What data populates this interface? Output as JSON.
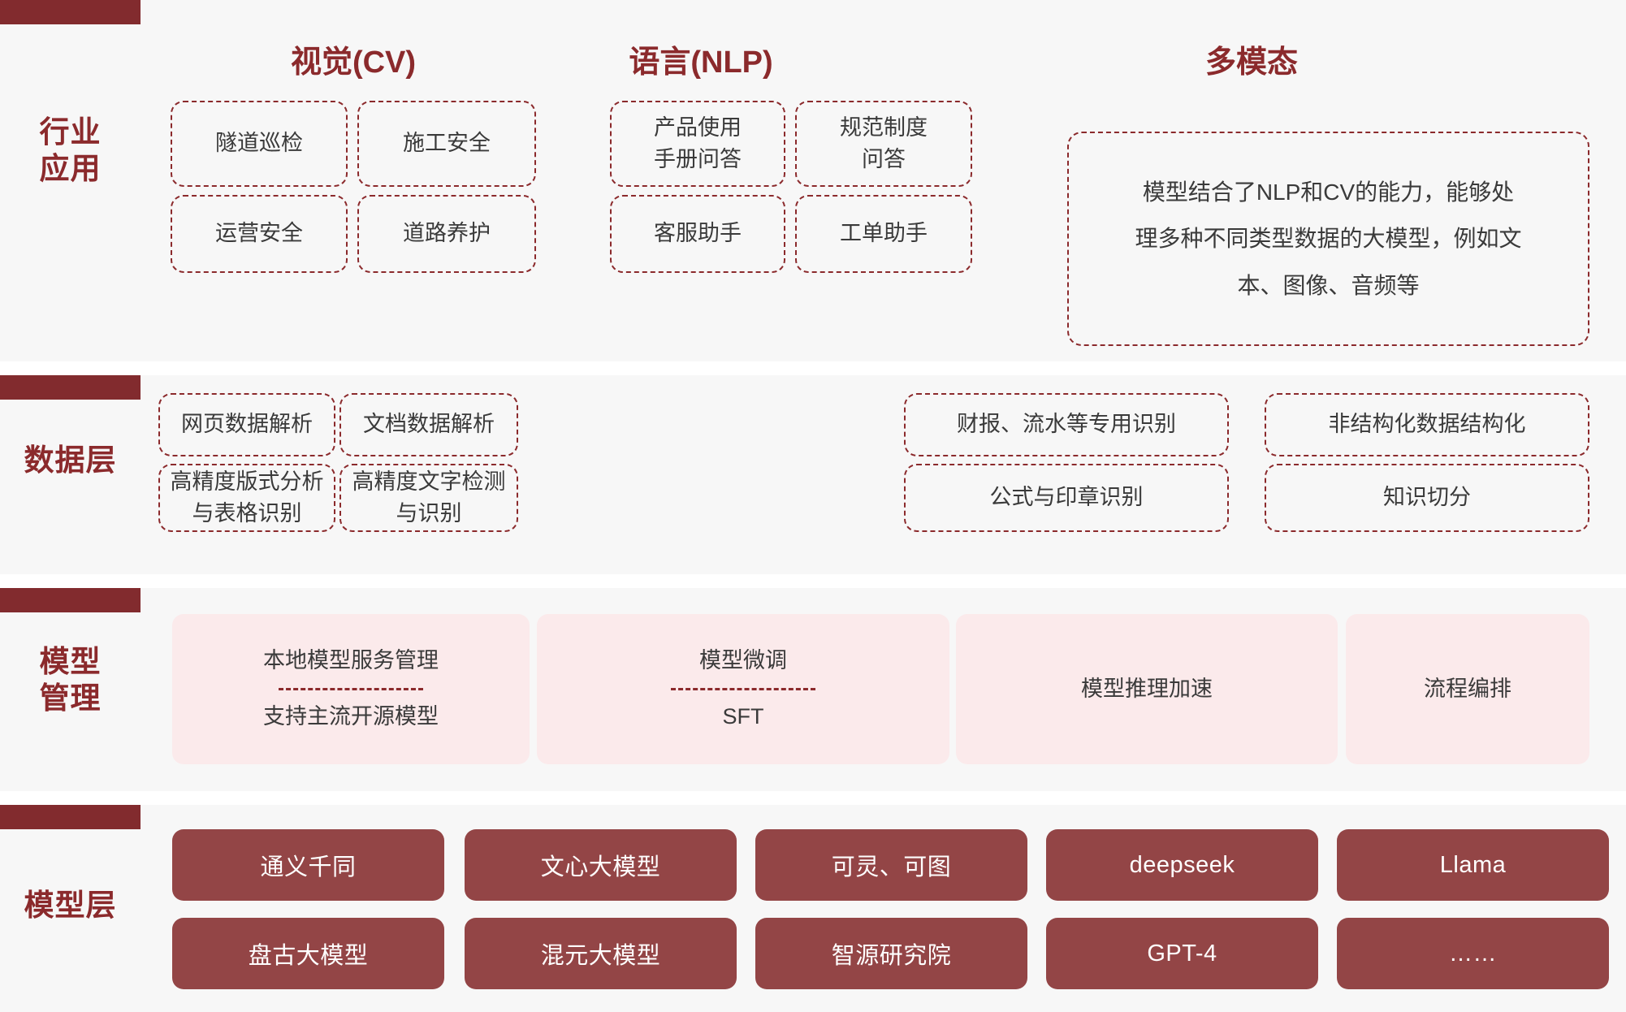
{
  "theme": {
    "accent_dark": "#822b2e",
    "accent_text": "#8b2a2c",
    "band_bg": "#f7f7f7",
    "pink_box": "#fbeaeb",
    "red_box": "#934546",
    "body_text": "#3a3a3a"
  },
  "columns": {
    "cv": "视觉(CV)",
    "nlp": "语言(NLP)",
    "multimodal": "多模态"
  },
  "bands": [
    {
      "id": "industry-application",
      "label_line1": "行业",
      "label_line2": "应用"
    },
    {
      "id": "data-layer",
      "label_line1": "数据层",
      "label_line2": ""
    },
    {
      "id": "model-management",
      "label_line1": "模型",
      "label_line2": "管理"
    },
    {
      "id": "model-layer",
      "label_line1": "模型层",
      "label_line2": ""
    }
  ],
  "industry_application": {
    "cv": [
      "隧道巡检",
      "施工安全",
      "运营安全",
      "道路养护"
    ],
    "nlp": [
      "产品使用\n手册问答",
      "规范制度\n问答",
      "客服助手",
      "工单助手"
    ],
    "multimodal": {
      "line1": "模型结合了NLP和CV的能力，能够处",
      "line2": "理多种不同类型数据的大模型，例如文",
      "line3": "本、图像、音频等"
    }
  },
  "data_layer": {
    "row1": [
      "网页数据解析",
      "文档数据解析",
      "财报、流水等专用识别",
      "非结构化数据结构化"
    ],
    "row2": [
      "高精度版式分析\n与表格识别",
      "高精度文字检测与识别",
      "公式与印章识别",
      "知识切分"
    ]
  },
  "model_management": [
    {
      "top": "本地模型服务管理",
      "bottom": "支持主流开源模型",
      "has_divider": true
    },
    {
      "top": "模型微调",
      "bottom": "SFT",
      "has_divider": true
    },
    {
      "top": "模型推理加速",
      "bottom": "",
      "has_divider": false
    },
    {
      "top": "流程编排",
      "bottom": "",
      "has_divider": false
    }
  ],
  "model_layer": {
    "row1": [
      "通义千同",
      "文心大模型",
      "可灵、可图",
      "deepseek",
      "Llama"
    ],
    "row2": [
      "盘古大模型",
      "混元大模型",
      "智源研究院",
      "GPT-4",
      "……"
    ]
  }
}
